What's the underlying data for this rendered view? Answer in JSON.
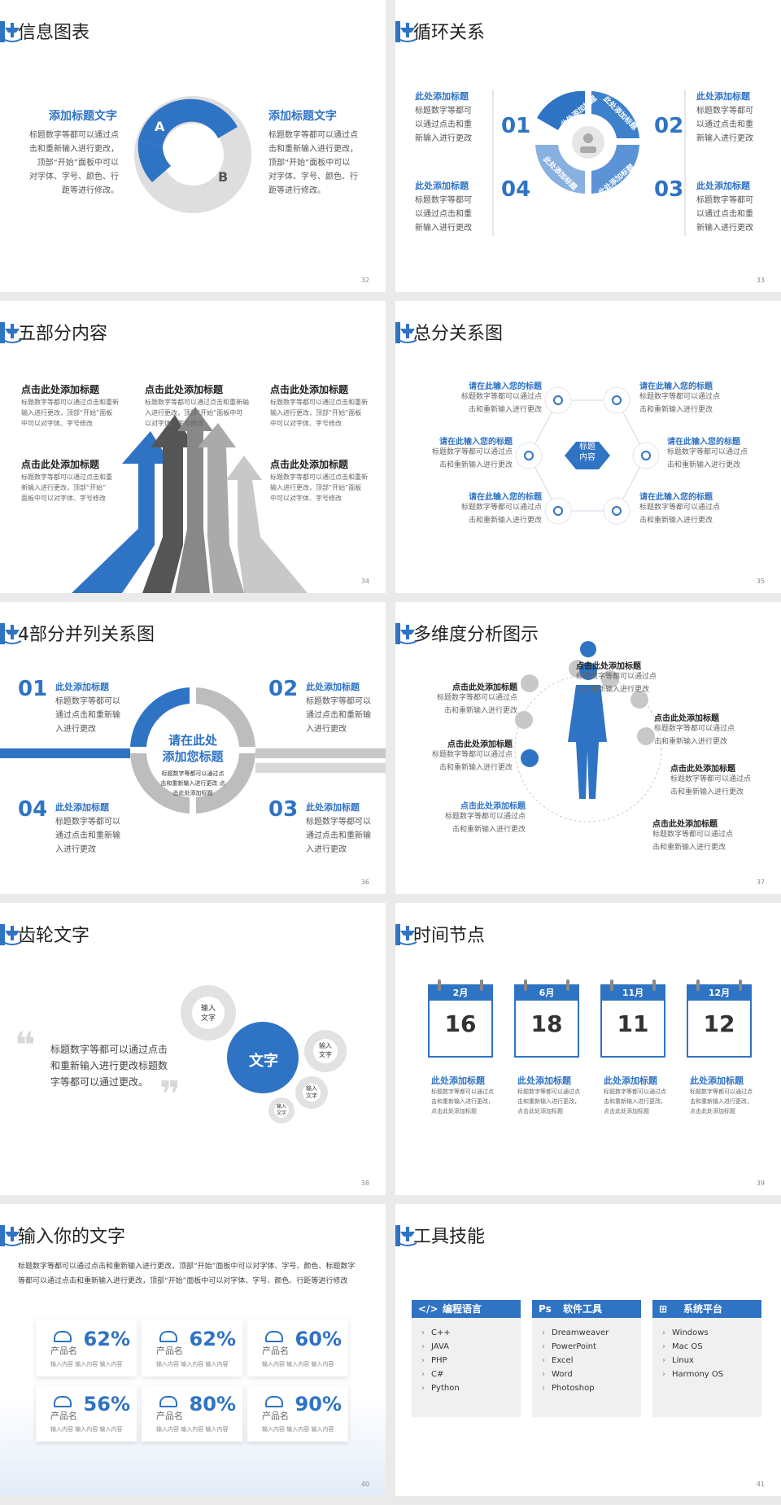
{
  "pages": [
    "32",
    "33",
    "34",
    "35",
    "36",
    "37",
    "38",
    "39",
    "40",
    "41"
  ],
  "s1": {
    "title": "信息图表",
    "left_title": "添加标题文字",
    "left_body": [
      "标题数字等都可以通过点",
      "击和重新输入进行更改，",
      "顶部“开始”面板中可以",
      "对字体、字号、颜色、行",
      "距等进行修改。"
    ],
    "right_title": "添加标题文字",
    "right_body": [
      "标题数字等都可以通过点",
      "击和重新输入进行更改，",
      "顶部“开始”面板中可以",
      "对字体、字号、颜色、行",
      "距等进行修改。"
    ],
    "label_a": "A",
    "label_b": "B"
  },
  "s2": {
    "title": "循环关系",
    "items": [
      {
        "num": "01",
        "head": "此处添加标题",
        "body": [
          "标题数字等都可",
          "以通过点击和重",
          "新输入进行更改"
        ]
      },
      {
        "num": "02",
        "head": "此处添加标题",
        "body": [
          "标题数字等都可",
          "以通过点击和重",
          "新输入进行更改"
        ]
      },
      {
        "num": "03",
        "head": "此处添加标题",
        "body": [
          "标题数字等都可",
          "以通过点击和重",
          "新输入进行更改"
        ]
      },
      {
        "num": "04",
        "head": "此处添加标题",
        "body": [
          "标题数字等都可",
          "以通过点击和重",
          "新输入进行更改"
        ]
      }
    ],
    "ring_labels": [
      "此处添加标题",
      "此处添加标题",
      "此处添加标题",
      "此处添加标题"
    ]
  },
  "s3": {
    "title": "五部分内容",
    "items": [
      {
        "head": "点击此处添加标题",
        "body": [
          "标题数字等都可以通过点击和重新",
          "输入进行更改，顶部“开始”面板",
          "中可以对字体、字号修改"
        ]
      },
      {
        "head": "点击此处添加标题",
        "body": [
          "标题数字等都可以通过点击和重新输",
          "入进行更改，顶部“开始”面板中可",
          "以对字体、字号修改"
        ]
      },
      {
        "head": "点击此处添加标题",
        "body": [
          "标题数字等都可以通过点击和重新",
          "输入进行更改，顶部“开始”面板",
          "中可以对字体、字号修改"
        ]
      },
      {
        "head": "点击此处添加标题",
        "body": [
          "标题数字等都可以通过点击和重",
          "新输入进行更改，顶部“开始”",
          "面板中可以对字体、字号修改"
        ]
      },
      {
        "head": "点击此处添加标题",
        "body": [
          "标题数字等都可以通过点击和重新",
          "输入进行更改，顶部“开始”面板",
          "中可以对字体、字号修改"
        ]
      }
    ]
  },
  "s4": {
    "title": "总分关系图",
    "center": [
      "标题",
      "内容"
    ],
    "items": [
      {
        "head": "请在此输入您的标题",
        "body": [
          "标题数字等都可以通过点",
          "击和重新输入进行更改"
        ]
      },
      {
        "head": "请在此输入您的标题",
        "body": [
          "标题数字等都可以通过点",
          "击和重新输入进行更改"
        ]
      },
      {
        "head": "请在此输入您的标题",
        "body": [
          "标题数字等都可以通过点",
          "击和重新输入进行更改"
        ]
      },
      {
        "head": "请在此输入您的标题",
        "body": [
          "标题数字等都可以通过点",
          "击和重新输入进行更改"
        ]
      },
      {
        "head": "请在此输入您的标题",
        "body": [
          "标题数字等都可以通过点",
          "击和重新输入进行更改"
        ]
      },
      {
        "head": "请在此输入您的标题",
        "body": [
          "标题数字等都可以通过点",
          "击和重新输入进行更改"
        ]
      }
    ]
  },
  "s5": {
    "title": "4部分并列关系图",
    "center_title": [
      "请在此处",
      "添加您标题"
    ],
    "center_body": [
      "标题数字等都可以通过点",
      "击和重新输入进行更改 点",
      "击此处添加标题"
    ],
    "items": [
      {
        "num": "01",
        "head": "此处添加标题",
        "body": [
          "标题数字等都可以",
          "通过点击和重新输",
          "入进行更改"
        ]
      },
      {
        "num": "02",
        "head": "此处添加标题",
        "body": [
          "标题数字等都可以",
          "通过点击和重新输",
          "入进行更改"
        ]
      },
      {
        "num": "03",
        "head": "此处添加标题",
        "body": [
          "标题数字等都可以",
          "通过点击和重新输",
          "入进行更改"
        ]
      },
      {
        "num": "04",
        "head": "此处添加标题",
        "body": [
          "标题数字等都可以",
          "通过点击和重新输",
          "入进行更改"
        ]
      }
    ]
  },
  "s6": {
    "title": "多维度分析图示",
    "items": [
      {
        "head": "点击此处添加标题",
        "body": [
          "标题数字等都可以通过点",
          "击和重新输入进行更改"
        ]
      },
      {
        "head": "点击此处添加标题",
        "body": [
          "标题数字等都可以通过点",
          "击和重新输入进行更改"
        ]
      },
      {
        "head": "点击此处添加标题",
        "body": [
          "标题数字等都可以通过点",
          "击和重新输入进行更改"
        ]
      },
      {
        "head": "点击此处添加标题",
        "body": [
          "标题数字等都可以通过点",
          "击和重新输入进行更改"
        ]
      },
      {
        "head": "点击此处添加标题",
        "body": [
          "标题数字等都可以通过点",
          "击和重新输入进行更改"
        ]
      },
      {
        "head": "点击此处添加标题",
        "body": [
          "标题数字等都可以通过点",
          "击和重新输入进行更改"
        ]
      },
      {
        "head": "点击此处添加标题",
        "body": [
          "标题数字等都可以通过点",
          "击和重新输入进行更改"
        ]
      }
    ]
  },
  "s7": {
    "title": "齿轮文字",
    "body": [
      "标题数字等都可以通过点击",
      "和重新输入进行更改标题数",
      "字等都可以通过更改。"
    ],
    "gear_main": "文字",
    "gear_small": [
      "输入",
      "文字"
    ]
  },
  "s8": {
    "title": "时间节点",
    "items": [
      {
        "month": "2月",
        "day": "16",
        "head": "此处添加标题",
        "body": [
          "标题数字等都可以通过点",
          "击和重新输入进行更改，",
          "点击此处添加标题"
        ]
      },
      {
        "month": "6月",
        "day": "18",
        "head": "此处添加标题",
        "body": [
          "标题数字等都可以通过点",
          "击和重新输入进行更改，",
          "点击此处添加标题"
        ]
      },
      {
        "month": "11月",
        "day": "11",
        "head": "此处添加标题",
        "body": [
          "标题数字等都可以通过点",
          "击和重新输入进行更改，",
          "点击此处添加标题"
        ]
      },
      {
        "month": "12月",
        "day": "12",
        "head": "此处添加标题",
        "body": [
          "标题数字等都可以通过点",
          "击和重新输入进行更改，",
          "点击此处添加标题"
        ]
      }
    ]
  },
  "s9": {
    "title": "输入你的文字",
    "intro": [
      "标题数字等都可以通过点击和重新输入进行更改，顶部“开始”面板中可以对字体、字号、颜色、标题数字",
      "等都可以通过点击和重新输入进行更改，顶部“开始”面板中可以对字体、字号、颜色、行距等进行修改"
    ],
    "cards": [
      {
        "pct": "62%",
        "name": "产品名",
        "sub": "输入内容 输入内容 输入内容"
      },
      {
        "pct": "62%",
        "name": "产品名",
        "sub": "输入内容 输入内容 输入内容"
      },
      {
        "pct": "60%",
        "name": "产品名",
        "sub": "输入内容 输入内容 输入内容"
      },
      {
        "pct": "56%",
        "name": "产品名",
        "sub": "输入内容 输入内容 输入内容"
      },
      {
        "pct": "80%",
        "name": "产品名",
        "sub": "输入内容 输入内容 输入内容"
      },
      {
        "pct": "90%",
        "name": "产品名",
        "sub": "输入内容 输入内容 输入内容"
      }
    ]
  },
  "s10": {
    "title": "工具技能",
    "cols": [
      {
        "icon": "</>",
        "head": "编程语言",
        "items": [
          "C++",
          "JAVA",
          "PHP",
          "C#",
          "Python"
        ]
      },
      {
        "icon": "Ps",
        "head": "软件工具",
        "items": [
          "Dreamweaver",
          "PowerPoint",
          "Excel",
          "Word",
          "Photoshop"
        ]
      },
      {
        "icon": "⊞",
        "head": "系统平台",
        "items": [
          "Windows",
          "Mac OS",
          "Linux",
          "Harmony OS"
        ]
      }
    ]
  }
}
